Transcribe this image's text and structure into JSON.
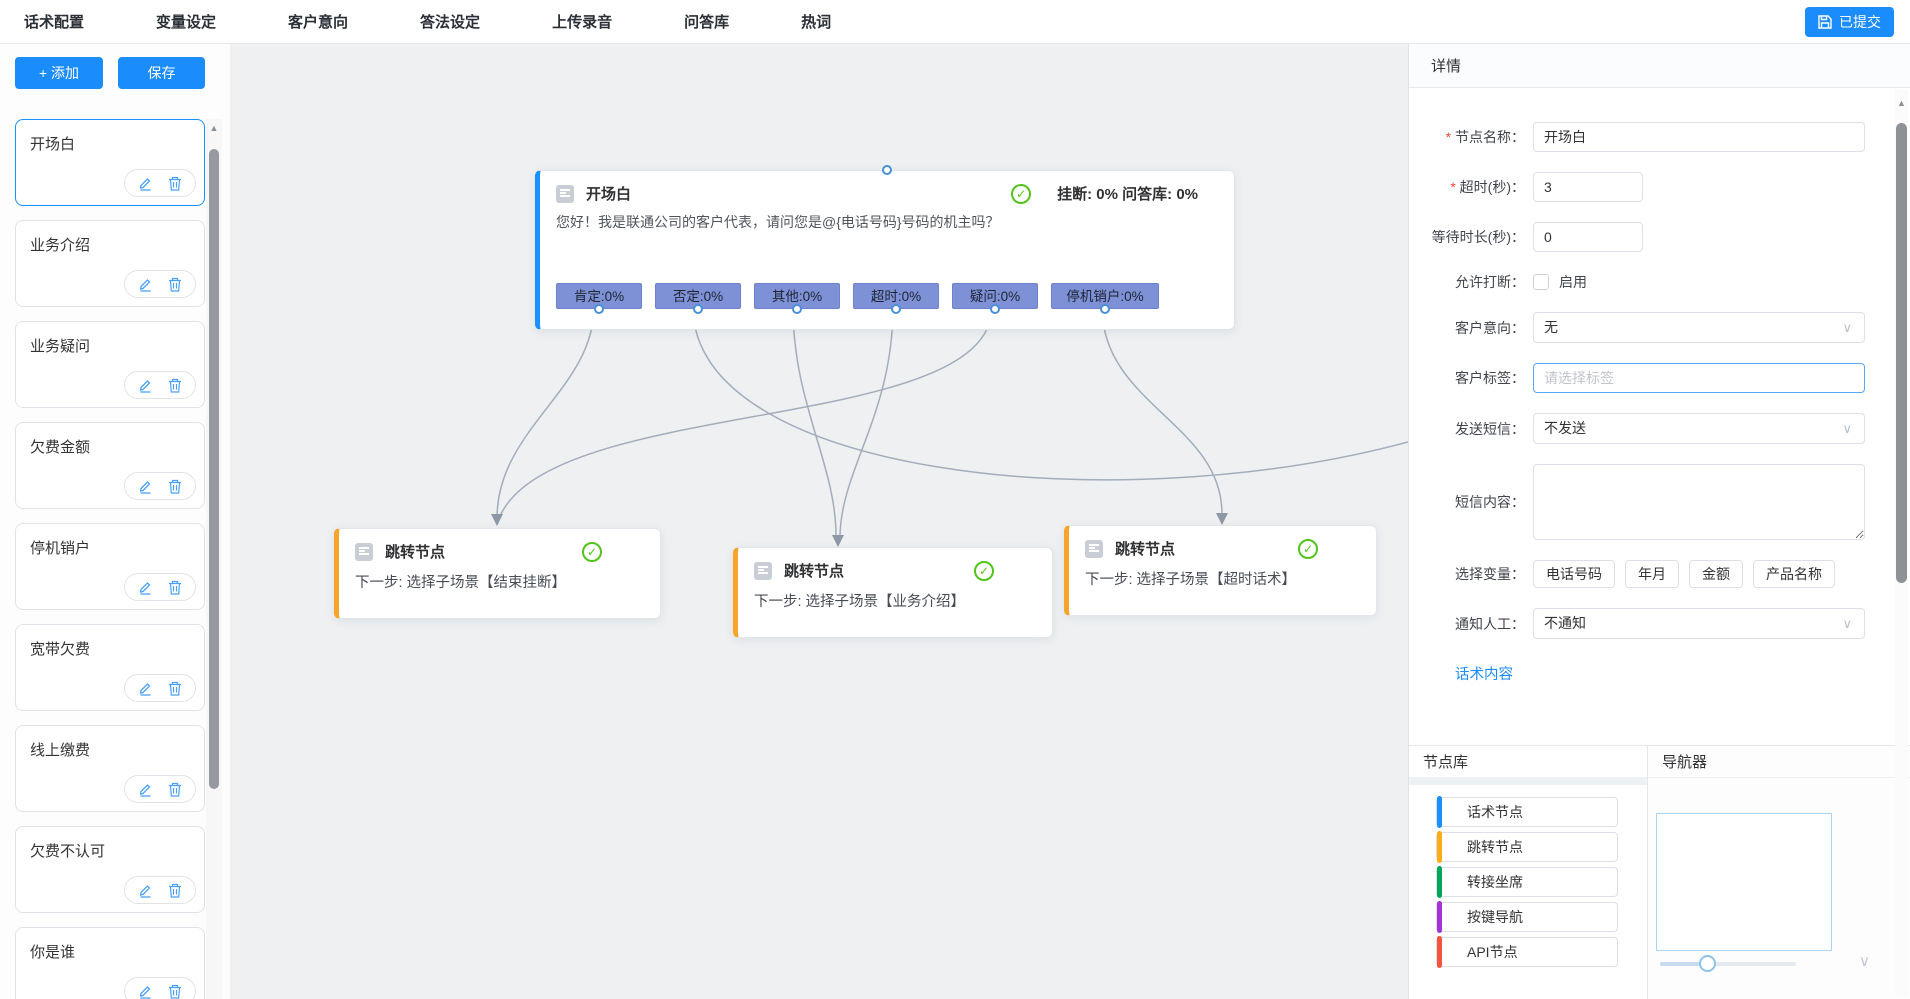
{
  "nav": {
    "items": [
      "话术配置",
      "变量设定",
      "客户意向",
      "答法设定",
      "上传录音",
      "问答库",
      "热词"
    ],
    "submit_label": "已提交"
  },
  "sidebar": {
    "add_label": "+ 添加",
    "save_label": "保存",
    "items": [
      {
        "name": "开场白",
        "selected": true
      },
      {
        "name": "业务介绍",
        "selected": false
      },
      {
        "name": "业务疑问",
        "selected": false
      },
      {
        "name": "欠费金额",
        "selected": false
      },
      {
        "name": "停机销户",
        "selected": false
      },
      {
        "name": "宽带欠费",
        "selected": false
      },
      {
        "name": "线上缴费",
        "selected": false
      },
      {
        "name": "欠费不认可",
        "selected": false
      },
      {
        "name": "你是谁",
        "selected": false
      }
    ]
  },
  "canvas": {
    "main_node": {
      "title": "开场白",
      "stats": "挂断: 0% 问答库: 0%",
      "body": "您好！我是联通公司的客户代表，请问您是@{电话号码}号码的机主吗？",
      "tags": [
        "肯定:0%",
        "否定:0%",
        "其他:0%",
        "超时:0%",
        "疑问:0%",
        "停机销户:0%"
      ]
    },
    "jump_nodes": [
      {
        "title": "跳转节点",
        "subtitle": "下一步: 选择子场景【结束挂断】"
      },
      {
        "title": "跳转节点",
        "subtitle": "下一步: 选择子场景【业务介绍】"
      },
      {
        "title": "跳转节点",
        "subtitle": "下一步: 选择子场景【超时话术】"
      }
    ]
  },
  "detail": {
    "title": "详情",
    "node_name": {
      "label": "节点名称：",
      "value": "开场白"
    },
    "timeout": {
      "label": "超时(秒)：",
      "value": "3"
    },
    "wait_time": {
      "label": "等待时长(秒)：",
      "value": "0"
    },
    "interrupt": {
      "label": "允许打断：",
      "checkbox_label": "启用",
      "checked": false
    },
    "intent": {
      "label": "客户意向：",
      "value": "无"
    },
    "customer_tag": {
      "label": "客户标签：",
      "placeholder": "请选择标签",
      "value": ""
    },
    "sms": {
      "label": "发送短信：",
      "value": "不发送"
    },
    "sms_content": {
      "label": "短信内容：",
      "value": ""
    },
    "variables": {
      "label": "选择变量：",
      "options": [
        "电话号码",
        "年月",
        "金额",
        "产品名称"
      ]
    },
    "notify": {
      "label": "通知人工：",
      "value": "不通知"
    },
    "script_link": "话术内容"
  },
  "node_library": {
    "title": "节点库",
    "items": [
      {
        "label": "话术节点",
        "color": "#1890ff"
      },
      {
        "label": "跳转节点",
        "color": "#faad14"
      },
      {
        "label": "转接坐席",
        "color": "#00a65a"
      },
      {
        "label": "按键导航",
        "color": "#a234d6"
      },
      {
        "label": "API节点",
        "color": "#f5543f"
      }
    ]
  },
  "navigator": {
    "title": "导航器"
  },
  "colors": {
    "primary": "#1890ff",
    "tag_bg": "#7e91d6",
    "jump_accent": "#f7a42a",
    "success": "#52c41a"
  }
}
